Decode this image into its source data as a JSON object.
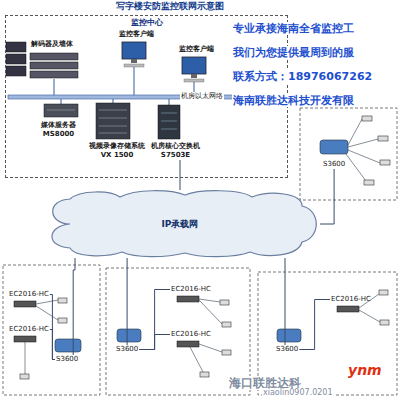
{
  "diagram": {
    "title": "写字楼安防监控联网示意图",
    "nodes": [
      {
        "text": [
          "监控中心"
        ]
      },
      {
        "text": [
          "解码器及墙体"
        ],
        "in": 0
      },
      {
        "text": [
          "监控客户端"
        ],
        "in": 0
      },
      {
        "text": [
          "监控客户端"
        ],
        "in": 0
      },
      {
        "text": [
          "媒体服务器",
          "MS8000"
        ],
        "in": 0
      },
      {
        "text": [
          "视频录像存储系统",
          "VX 1500"
        ],
        "in": 0
      },
      {
        "text": [
          "机房核心交换机",
          "S7503E"
        ],
        "in": 0
      },
      {
        "text": [
          "IP承载网"
        ]
      },
      {
        "text": [
          "S3600"
        ]
      },
      {
        "text": [
          "S3600"
        ]
      },
      {
        "text": [
          "S3600"
        ]
      },
      {
        "text": [
          "S3600"
        ]
      },
      {
        "text": [
          "EC2016-HC"
        ]
      },
      {
        "text": [
          "EC2016-HC"
        ]
      },
      {
        "text": [
          "EC2016-HC"
        ]
      },
      {
        "text": [
          "EC2016-HC"
        ]
      },
      {
        "text": [
          "EC2016-HC"
        ]
      }
    ],
    "edges": [
      {
        "from": 6,
        "to": 7,
        "arrow": "none"
      },
      {
        "from": 7,
        "to": 8,
        "arrow": "none"
      },
      {
        "from": 7,
        "to": 9,
        "arrow": "none"
      },
      {
        "from": 7,
        "to": 10,
        "arrow": "none"
      },
      {
        "from": 7,
        "to": 11,
        "arrow": "none"
      },
      {
        "from": 9,
        "to": 12,
        "arrow": "none"
      },
      {
        "from": 9,
        "to": 13,
        "arrow": "none"
      },
      {
        "from": 10,
        "to": 14,
        "arrow": "none"
      },
      {
        "from": 10,
        "to": 15,
        "arrow": "none"
      },
      {
        "from": 11,
        "to": 16,
        "arrow": "none"
      }
    ],
    "labels": [
      "机房以太网络",
      "专业承接海南全省监控工",
      "我们为您提供最周到的服",
      "联系方式：18976067262",
      "海南联胜达科技开发有限",
      "海口联胜达科",
      "ynm",
      "xiaolin0907.0201"
    ]
  }
}
